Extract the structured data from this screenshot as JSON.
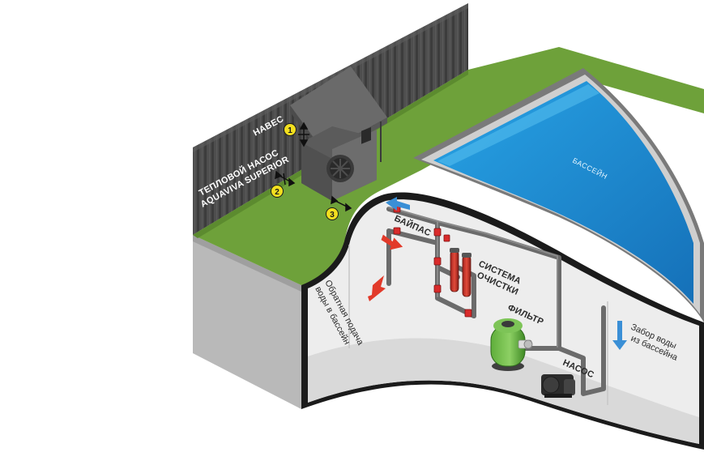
{
  "labels": {
    "canopy": "НАВЕС",
    "heat_pump_line1": "ТЕПЛОВОЙ НАСОС",
    "heat_pump_line2": "AQUAVIVA SUPERIOR",
    "pool": "БАССЕЙН",
    "bypass": "БАЙПАС",
    "cleaning_line1": "СИСТЕМА",
    "cleaning_line2": "ОЧИСТКИ",
    "filter": "ФИЛЬТР",
    "pump": "НАСОС",
    "return_line1": "Обратная подача",
    "return_line2": "воды в бассейн",
    "intake_line1": "Забор воды",
    "intake_line2": "из бассейна"
  },
  "badges": [
    "1",
    "2",
    "3"
  ],
  "colors": {
    "grass": "#6ea13a",
    "water": "#1f8fd4",
    "pipe": "#6b6b6b",
    "valve": "#d92b2b",
    "badge": "#f2df1f",
    "fence": "#4a4a4a"
  },
  "icons": [
    "double-arrow-icon",
    "flow-arrow-icon"
  ]
}
